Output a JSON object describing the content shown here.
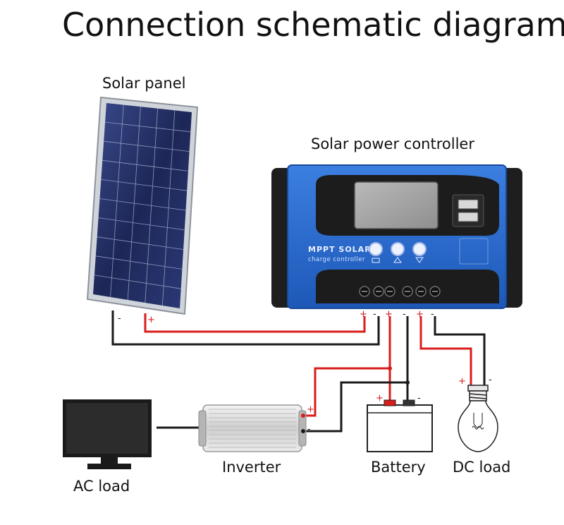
{
  "title": "Connection schematic diagram",
  "labels": {
    "solar_panel": "Solar panel",
    "controller": "Solar power controller",
    "inverter": "Inverter",
    "battery": "Battery",
    "dc_load": "DC load",
    "ac_load": "AC load"
  },
  "controller_face": {
    "brand_line1": "MPPT SOLAR",
    "brand_line2": "charge controller"
  },
  "polarity": {
    "plus": "+",
    "minus": "-"
  },
  "colors": {
    "positive_wire": "#d91c1c",
    "negative_wire": "#1a1a1a",
    "controller_blue": "#2f6fd1",
    "controller_dark": "#1e1e1e",
    "panel_cell": "#1f2a5c"
  }
}
